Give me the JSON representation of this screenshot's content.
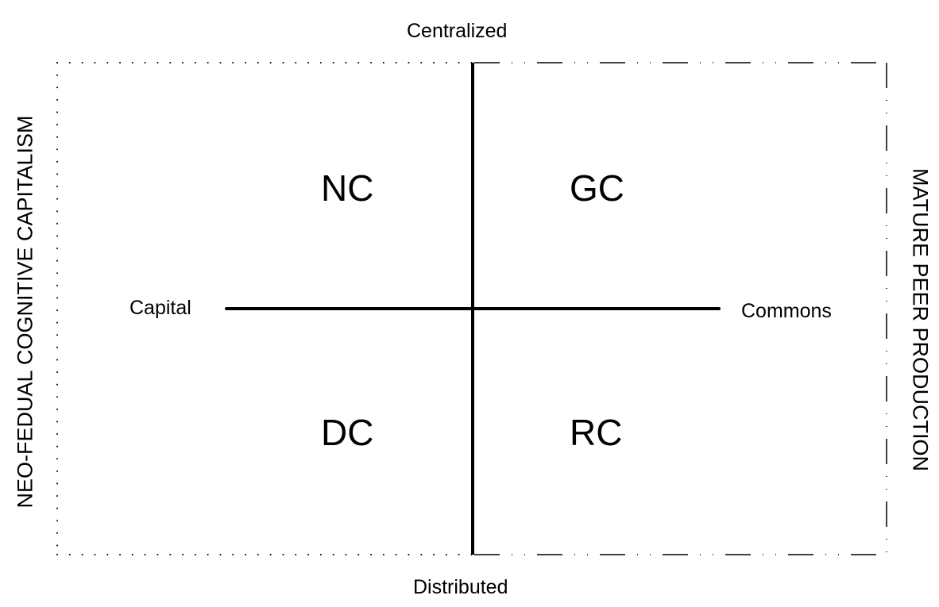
{
  "axes": {
    "top": "Centralized",
    "bottom": "Distributed",
    "left": "Capital",
    "right": "Commons"
  },
  "quadrants": {
    "top_left": "NC",
    "top_right": "GC",
    "bottom_left": "DC",
    "bottom_right": "RC"
  },
  "side_labels": {
    "left": "NEO-FEDUAL COGNITIVE CAPITALISM",
    "right": "MATURE PEER PRODUCTION"
  }
}
